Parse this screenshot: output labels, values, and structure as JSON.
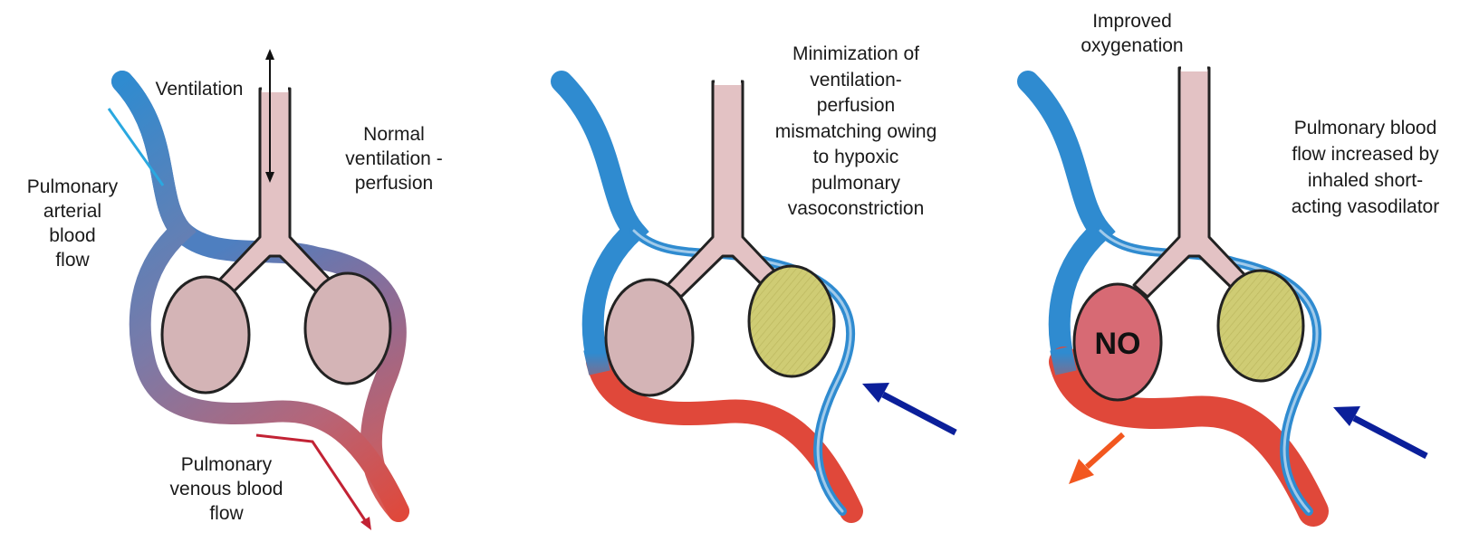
{
  "panels": [
    {
      "ventilation": "Ventilation",
      "state": [
        "Normal",
        "ventilation -",
        "perfusion"
      ],
      "arterial": [
        "Pulmonary",
        "arterial",
        "blood",
        "flow"
      ],
      "venous": [
        "Pulmonary",
        "venous blood",
        "flow"
      ]
    },
    {
      "mismatch": [
        "Minimization of",
        "ventilation-",
        "perfusion",
        "mismatching owing",
        "to hypoxic",
        "pulmonary",
        "vasoconstriction"
      ]
    },
    {
      "improved": [
        "Improved",
        "oxygenation"
      ],
      "vasodilator": [
        "Pulmonary blood",
        "flow increased by",
        "inhaled short-",
        "acting vasodilator"
      ],
      "no_label": "NO"
    }
  ],
  "colors": {
    "artery_blue": "#2f8bd0",
    "vein_red": "#e0483a",
    "airway": "#e3c2c4",
    "alveolus": "#d4b4b6",
    "alveolus_hypoxic": "#cfcc74",
    "alveolus_no": "#d76a74",
    "arrow_navy": "#0b1f9a",
    "arrow_orange": "#f2571f"
  }
}
